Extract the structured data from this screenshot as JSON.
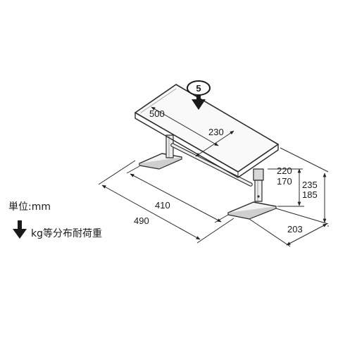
{
  "diagram": {
    "load_badge": "5",
    "dimensions": {
      "top_length": "500",
      "top_depth": "230",
      "height_min_a": "220",
      "height_min_b": "170",
      "height_max_a": "235",
      "height_max_b": "185",
      "inner_length": "410",
      "outer_length": "490",
      "foot_depth": "203"
    },
    "legend": {
      "unit_label": "単位:mm",
      "load_label": "kg等分布耐荷重"
    }
  }
}
